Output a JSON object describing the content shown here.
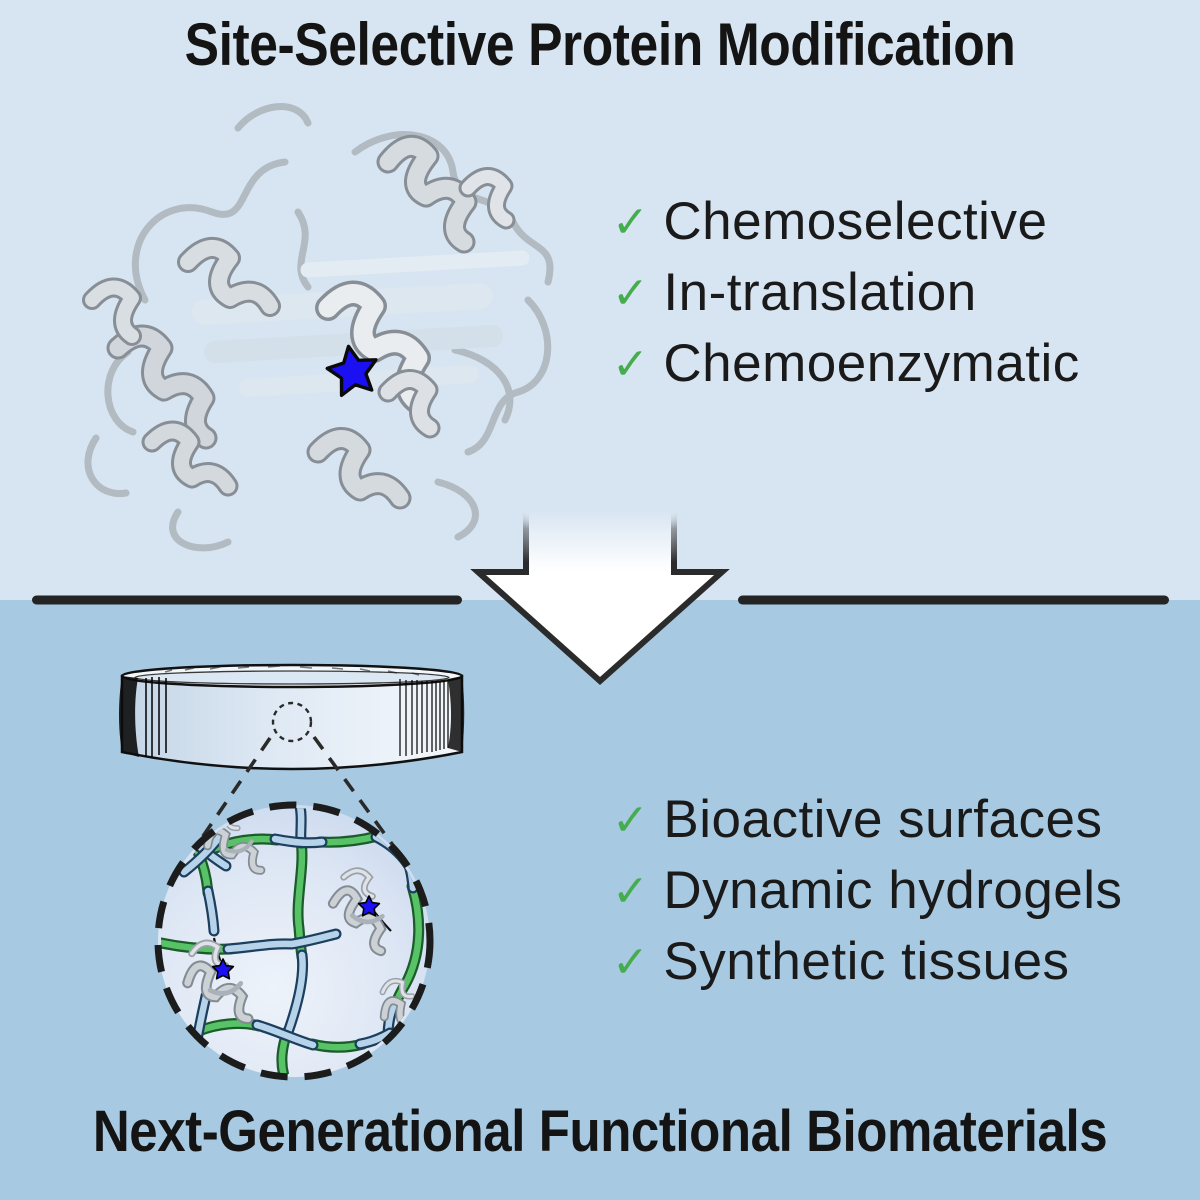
{
  "header": {
    "title": "Site-Selective Protein Modification"
  },
  "footer": {
    "title": "Next-Generational Functional Biomaterials"
  },
  "icons": {
    "check": "✓",
    "star": "blue-star-modification-site",
    "arrow_down": "white-down-arrow"
  },
  "top_checklist": {
    "items": [
      "Chemoselective",
      "In-translation",
      "Chemoenzymatic"
    ]
  },
  "bottom_checklist": {
    "items": [
      "Bioactive surfaces",
      "Dynamic hydrogels",
      "Synthetic tissues"
    ]
  },
  "colors": {
    "background_top": "#d7e4f1",
    "background_bottom": "#a7c9e2",
    "checkmark_green": "#45ad4d",
    "star_blue": "#1a10f2",
    "text": "#1a1a1a",
    "divider": "#242424",
    "network_blue_fill": "#b7d3ea",
    "network_blue_outline": "#1d3f5e",
    "network_green_fill": "#57c366",
    "network_green_outline": "#1c5b2b"
  }
}
